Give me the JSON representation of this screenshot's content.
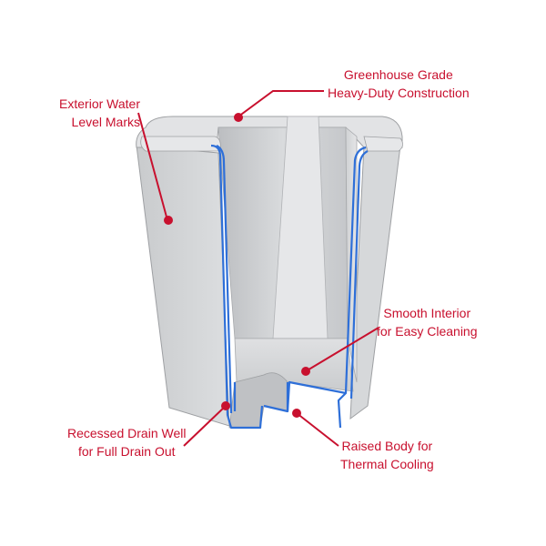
{
  "accent_color": "#c8102e",
  "cut_edge_color": "#2e6fd8",
  "body_color": "#d3d5d7",
  "callouts": {
    "greenhouse": {
      "line1": "Greenhouse Grade",
      "line2": "Heavy-Duty Construction"
    },
    "water_marks": {
      "line1": "Exterior Water",
      "line2": "Level Marks"
    },
    "smooth": {
      "line1": "Smooth Interior",
      "line2": "for Easy Cleaning"
    },
    "drain_well": {
      "line1": "Recessed Drain Well",
      "line2": "for Full Drain Out"
    },
    "raised_body": {
      "line1": "Raised Body for",
      "line2": "Thermal Cooling"
    }
  }
}
